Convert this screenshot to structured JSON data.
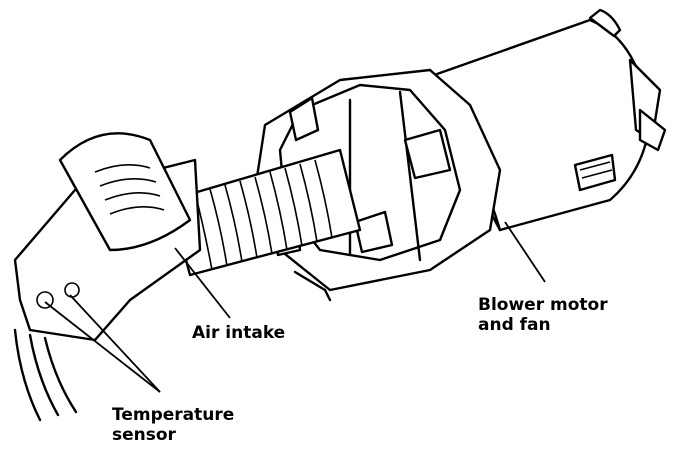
{
  "labels": {
    "air_intake": "Air intake",
    "blower_line1": "Blower motor",
    "blower_line2": "and fan",
    "temp_line1": "Temperature",
    "temp_line2": "sensor"
  },
  "colors": {
    "ink": "#000000",
    "paper": "#ffffff"
  }
}
